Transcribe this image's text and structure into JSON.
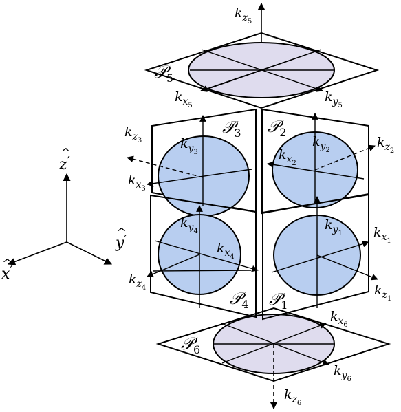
{
  "colors": {
    "circle_fill": "#b8cef0",
    "ellipse_fill": "#dfdcee",
    "stroke": "#000000",
    "background": "#ffffff"
  },
  "frame_axes": {
    "z": {
      "base": "z",
      "prime": "′"
    },
    "y": {
      "base": "y",
      "prime": "′"
    },
    "x": {
      "base": "x",
      "prime": "′"
    }
  },
  "panels": {
    "p1": {
      "script": "𝒫",
      "index": "1"
    },
    "p2": {
      "script": "𝒫",
      "index": "2"
    },
    "p3": {
      "script": "𝒫",
      "index": "3"
    },
    "p4": {
      "script": "𝒫",
      "index": "4"
    },
    "p5": {
      "script": "𝒫",
      "index": "5"
    },
    "p6": {
      "script": "𝒫",
      "index": "6"
    }
  },
  "wave_vectors": {
    "kz5": {
      "k": "k",
      "axis": "z",
      "index": "5"
    },
    "kx5": {
      "k": "k",
      "axis": "x",
      "index": "5"
    },
    "ky5": {
      "k": "k",
      "axis": "y",
      "index": "5"
    },
    "kz3": {
      "k": "k",
      "axis": "z",
      "index": "3"
    },
    "ky3": {
      "k": "k",
      "axis": "y",
      "index": "3"
    },
    "kx3": {
      "k": "k",
      "axis": "x",
      "index": "3"
    },
    "kx2": {
      "k": "k",
      "axis": "x",
      "index": "2"
    },
    "ky2": {
      "k": "k",
      "axis": "y",
      "index": "2"
    },
    "kz2": {
      "k": "k",
      "axis": "z",
      "index": "2"
    },
    "ky4": {
      "k": "k",
      "axis": "y",
      "index": "4"
    },
    "kx4": {
      "k": "k",
      "axis": "x",
      "index": "4"
    },
    "kz4": {
      "k": "k",
      "axis": "z",
      "index": "4"
    },
    "ky1": {
      "k": "k",
      "axis": "y",
      "index": "1"
    },
    "kx1": {
      "k": "k",
      "axis": "x",
      "index": "1"
    },
    "kz1": {
      "k": "k",
      "axis": "z",
      "index": "1"
    },
    "kx6": {
      "k": "k",
      "axis": "x",
      "index": "6"
    },
    "ky6": {
      "k": "k",
      "axis": "y",
      "index": "6"
    },
    "kz6": {
      "k": "k",
      "axis": "z",
      "index": "6"
    }
  }
}
